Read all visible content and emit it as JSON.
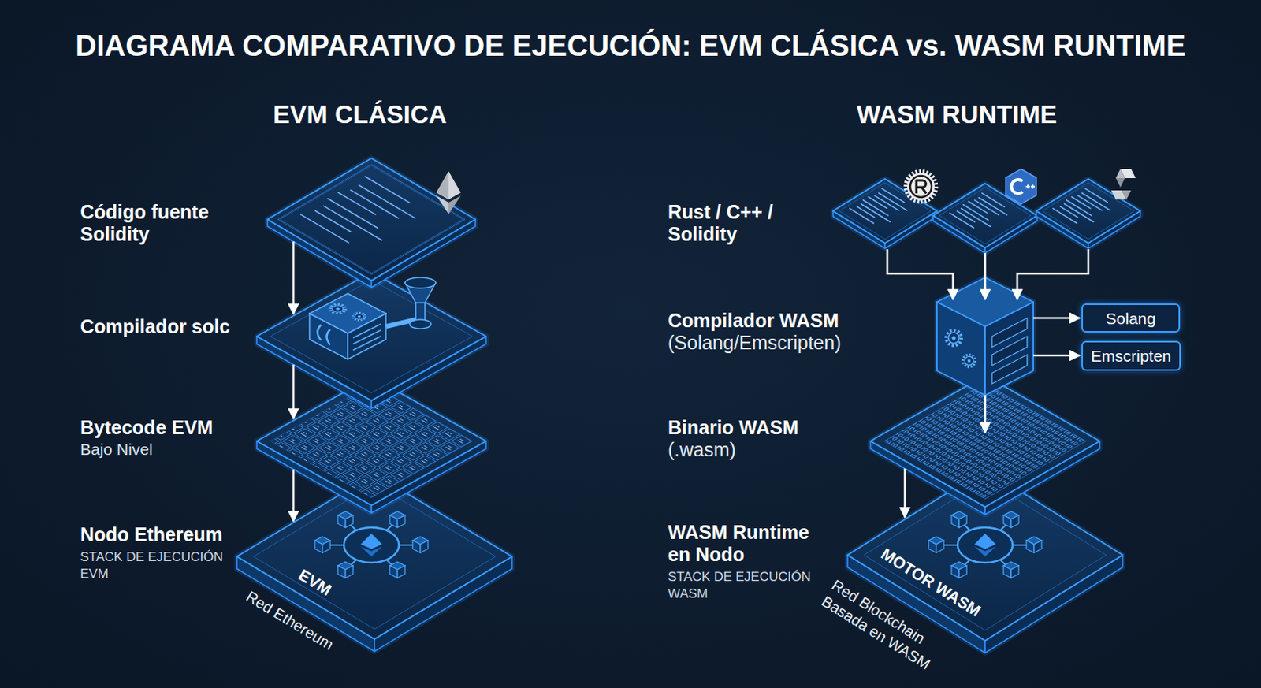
{
  "diagram": {
    "title": "DIAGRAMA COMPARATIVO DE EJECUCIÓN: EVM CLÁSICA vs. WASM RUNTIME",
    "nodes": [
      {
        "text": [
          "Código fuente Solidity"
        ]
      },
      {
        "text": [
          "Compilador solc"
        ]
      },
      {
        "text": [
          "Bytecode EVM",
          "Bajo Nivel"
        ]
      },
      {
        "text": [
          "Nodo Ethereum",
          "STACK DE EJECUCIÓN EVM",
          "EVM",
          "Red Ethereum"
        ]
      },
      {
        "text": [
          "Rust / C++ / Solidity"
        ]
      },
      {
        "text": [
          "Compilador WASM",
          "(Solang/Emscripten)"
        ]
      },
      {
        "text": [
          "Solang"
        ]
      },
      {
        "text": [
          "Emscripten"
        ]
      },
      {
        "text": [
          "Binario WASM",
          "(.wasm)"
        ]
      },
      {
        "text": [
          "WASM Runtime en Nodo",
          "STACK DE EJECUCIÓN WASM",
          "MOTOR WASM",
          "Red Blockchain Basada en WASM"
        ]
      }
    ],
    "edges": [
      {
        "from": 0,
        "to": 1,
        "arrow": "to"
      },
      {
        "from": 1,
        "to": 2,
        "arrow": "to"
      },
      {
        "from": 2,
        "to": 3,
        "arrow": "to"
      },
      {
        "from": 4,
        "to": 5,
        "arrow": "to"
      },
      {
        "from": 4,
        "to": 5,
        "arrow": "to"
      },
      {
        "from": 4,
        "to": 5,
        "arrow": "to"
      },
      {
        "from": 5,
        "to": 6,
        "arrow": "to"
      },
      {
        "from": 5,
        "to": 7,
        "arrow": "to"
      },
      {
        "from": 5,
        "to": 8,
        "arrow": "to"
      },
      {
        "from": 8,
        "to": 9,
        "arrow": "to"
      }
    ],
    "labels": [
      "EVM CLÁSICA",
      "WASM RUNTIME"
    ]
  }
}
